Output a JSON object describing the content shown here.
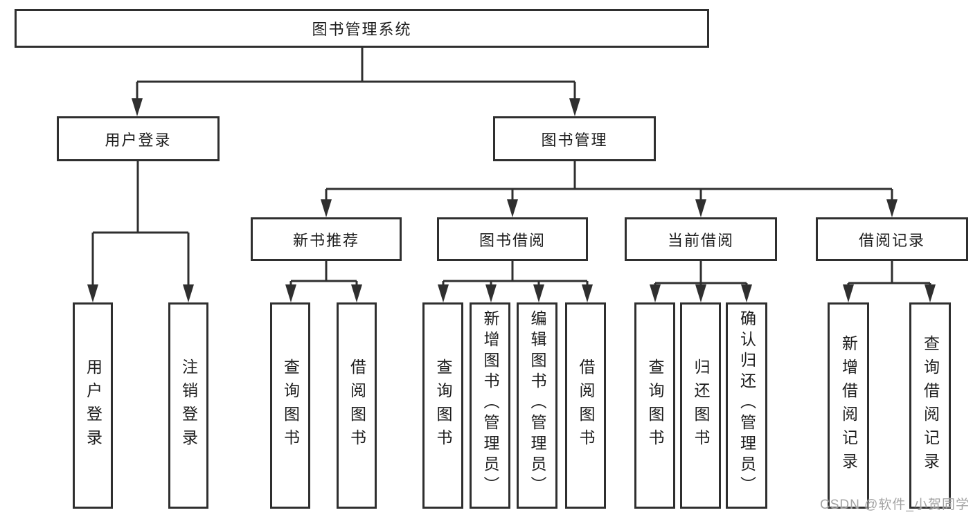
{
  "diagram": {
    "root": {
      "label": "图书管理系统"
    },
    "level2": [
      {
        "label": "用户登录"
      },
      {
        "label": "图书管理"
      }
    ],
    "level3": [
      {
        "label": "新书推荐"
      },
      {
        "label": "图书借阅"
      },
      {
        "label": "当前借阅"
      },
      {
        "label": "借阅记录"
      }
    ],
    "leaves": {
      "user_login": [
        {
          "label": "用户登录"
        },
        {
          "label": "注销登录"
        }
      ],
      "new_book": [
        {
          "label": "查询图书"
        },
        {
          "label": "借阅图书"
        }
      ],
      "borrow": [
        {
          "label": "查询图书"
        },
        {
          "label": "新增图书（管理员）"
        },
        {
          "label": "编辑图书（管理员）"
        },
        {
          "label": "借阅图书"
        }
      ],
      "current": [
        {
          "label": "查询图书"
        },
        {
          "label": "归还图书"
        },
        {
          "label": "确认归还（管理员）"
        }
      ],
      "records": [
        {
          "label": "新增借阅记录"
        },
        {
          "label": "查询借阅记录"
        }
      ]
    }
  },
  "watermark": {
    "text": "CSDN @软件_小贺同学"
  },
  "colors": {
    "line": "#2f2f2f",
    "text": "#1d1d1d",
    "watermark": "#9e9e9e",
    "background": "#ffffff"
  }
}
